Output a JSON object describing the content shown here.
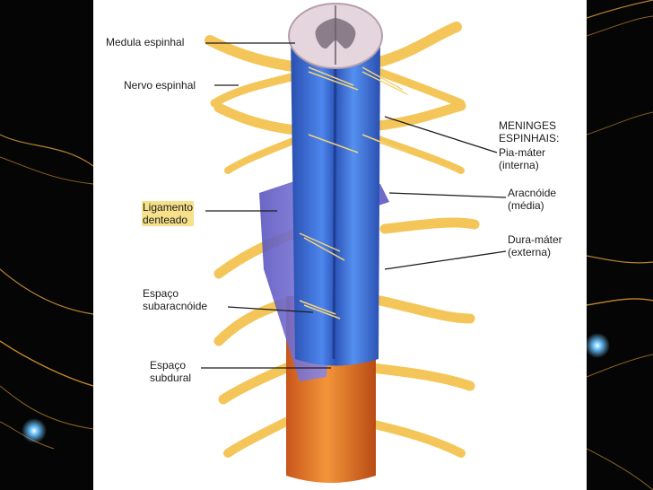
{
  "labels": {
    "medula_espinhal": "Medula espinhal",
    "nervo_espinhal": "Nervo espinhal",
    "meninges_espinhais": "MENINGES\nESPINHAIS:",
    "pia_mater": "Pia-máter\n(interna)",
    "aracnoide": "Aracnóide\n(média)",
    "dura_mater": "Dura-máter\n(externa)",
    "ligamento_denteado": "Ligamento\ndenteado",
    "espaco_subaracnoide": "Espaço\nsubaracnóide",
    "espaco_subdural": "Espaço\nsubdural"
  },
  "colors": {
    "background": "#000000",
    "slide": "#ffffff",
    "spinal_cord_blue": "#3d6fd8",
    "arachnoid_purple": "#6b63c9",
    "dura_orange": "#e7822c",
    "nerve_yellow": "#f4c65a",
    "gray_matter": "#8c7d8a",
    "label_highlight": "#f6e08a",
    "side_glow": "#e0a23a",
    "side_spark": "#6cc4ff"
  }
}
